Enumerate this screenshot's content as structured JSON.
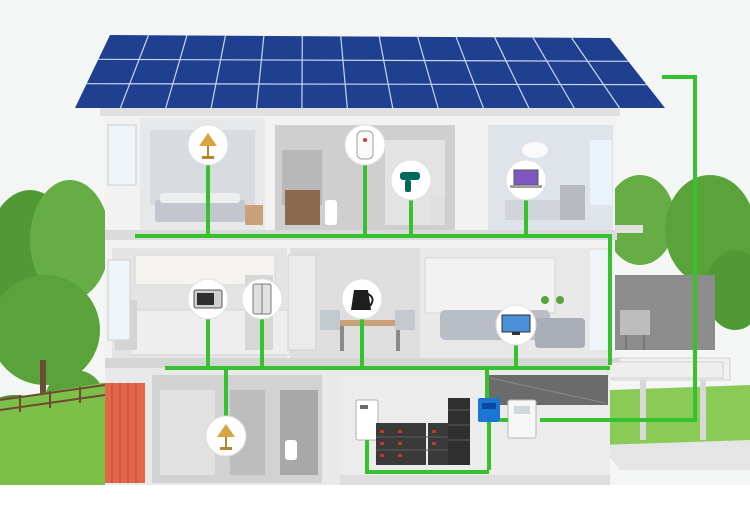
{
  "scene": {
    "colors": {
      "sky": "#f4f6f5",
      "grass": "#7cc04a",
      "tree": "#5aa33a",
      "wall": "#f2f2f2",
      "wall_shadow": "#dcdcdc",
      "floor_slab": "#e6e6e6",
      "panel": "#1f3f8f",
      "panel_grid": "#c9d6f0",
      "roof": "#e9e9e9",
      "wire": "#35c22e",
      "door": "#e2674a",
      "battery": "#3a3a3a",
      "inverter": "#1976d2",
      "sofa": "#b9bec6",
      "wood": "#c9a27a"
    },
    "icons": [
      {
        "name": "table-lamp-icon",
        "room": "bedroom"
      },
      {
        "name": "water-heater-icon",
        "room": "bathroom"
      },
      {
        "name": "hair-dryer-icon",
        "room": "bathroom"
      },
      {
        "name": "laptop-icon",
        "room": "study"
      },
      {
        "name": "microwave-icon",
        "room": "kitchen"
      },
      {
        "name": "refrigerator-icon",
        "room": "kitchen"
      },
      {
        "name": "electric-kettle-icon",
        "room": "dining"
      },
      {
        "name": "television-icon",
        "room": "living-room"
      },
      {
        "name": "table-lamp-icon",
        "room": "basement-bath"
      }
    ],
    "equipment": [
      {
        "name": "solar-array"
      },
      {
        "name": "battery-rack"
      },
      {
        "name": "inverter"
      },
      {
        "name": "charge-controller"
      },
      {
        "name": "wall-battery"
      }
    ]
  }
}
